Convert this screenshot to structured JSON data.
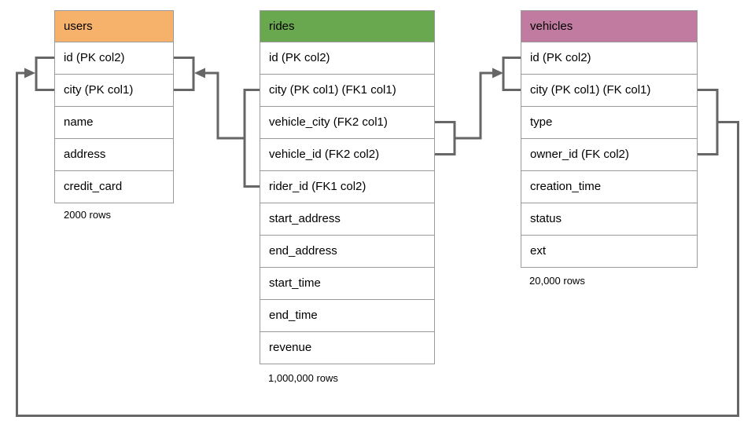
{
  "diagram": {
    "title": "database schema diagram",
    "colors": {
      "users_header": "#F6B26B",
      "rides_header": "#6AA84F",
      "vehicles_header": "#C27BA0",
      "connector_line": "#666666",
      "cell_border": "#999999",
      "background": "#FFFFFF",
      "text": "#000000"
    },
    "tables": [
      {
        "name": "users",
        "header_color": "#F6B26B",
        "columns": [
          "id (PK col2)",
          "city (PK col1)",
          "name",
          "address",
          "credit_card"
        ],
        "row_count": "2000 rows"
      },
      {
        "name": "rides",
        "header_color": "#6AA84F",
        "columns": [
          "id (PK col2)",
          "city (PK col1) (FK1 col1)",
          "vehicle_city (FK2 col1)",
          "vehicle_id (FK2 col2)",
          "rider_id (FK1 col2)",
          "start_address",
          "end_address",
          "start_time",
          "end_time",
          "revenue"
        ],
        "row_count": "1,000,000 rows"
      },
      {
        "name": "vehicles",
        "header_color": "#C27BA0",
        "columns": [
          "id (PK col2)",
          "city (PK col1) (FK col1)",
          "type",
          "owner_id (FK col2)",
          "creation_time",
          "status",
          "ext"
        ],
        "row_count": "20,000 rows"
      }
    ],
    "relationships": [
      {
        "from_table": "rides",
        "from_columns": [
          "city (FK1 col1)",
          "rider_id (FK1 col2)"
        ],
        "to_table": "users",
        "to_columns": [
          "id (PK col2)",
          "city (PK col1)"
        ]
      },
      {
        "from_table": "rides",
        "from_columns": [
          "vehicle_city (FK2 col1)",
          "vehicle_id (FK2 col2)"
        ],
        "to_table": "vehicles",
        "to_columns": [
          "id (PK col2)",
          "city (PK col1)"
        ]
      },
      {
        "from_table": "vehicles",
        "from_columns": [
          "city (FK col1)",
          "owner_id (FK col2)"
        ],
        "to_table": "users",
        "to_columns": [
          "id (PK col2)",
          "city (PK col1)"
        ]
      }
    ]
  }
}
